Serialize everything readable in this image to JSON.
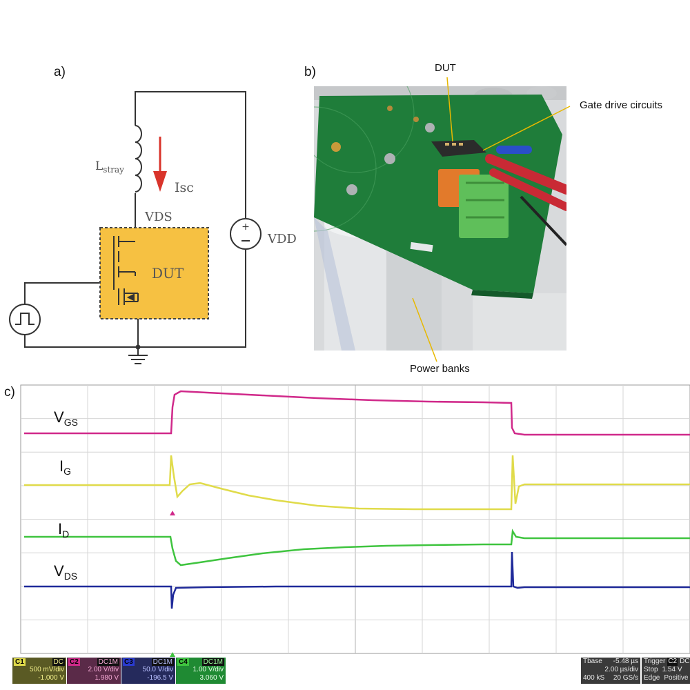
{
  "labels": {
    "a": "a)",
    "b": "b)",
    "c": "c)"
  },
  "circuit": {
    "inductor_label": "L",
    "inductor_sub": "stray",
    "current_label": "Isc",
    "vds_label": "VDS",
    "dut_label": "DUT",
    "vdd_label": "VDD",
    "colors": {
      "dut_fill": "#f6c142",
      "arrow": "#d9342b",
      "wire": "#333333"
    }
  },
  "photo": {
    "callouts": {
      "dut": "DUT",
      "gate_drive": "Gate drive circuits",
      "power_banks": "Power banks"
    },
    "callout_color": "#e8b800"
  },
  "scope": {
    "trace_labels": {
      "vgs": "V",
      "vgs_sub": "GS",
      "ig": "I",
      "ig_sub": "G",
      "id": "I",
      "id_sub": "D",
      "vds": "V",
      "vds_sub": "DS"
    },
    "trace_colors": {
      "vgs": "#d0298a",
      "ig": "#e0db4a",
      "id": "#3fc43f",
      "vds": "#1f2a9a"
    },
    "channels": [
      {
        "tag": "C1",
        "coupling": "DC",
        "scale": "500 mV/div",
        "offset": "-1.000 V",
        "color": "#e0db4a"
      },
      {
        "tag": "C2",
        "coupling": "DC1M",
        "scale": "2.00 V/div",
        "offset": "1.980 V",
        "color": "#d0298a"
      },
      {
        "tag": "C3",
        "coupling": "DC1M",
        "scale": "50.0 V/div",
        "offset": "-196.5 V",
        "color": "#2a3bd0"
      },
      {
        "tag": "C4",
        "coupling": "DC1M",
        "scale": "1.00 V/div",
        "offset": "3.060 V",
        "color": "#3fc43f"
      }
    ],
    "timebase": {
      "label": "Tbase",
      "delay": "-5.48 µs",
      "scale": "2.00 µs/div",
      "samples": "400 kS",
      "rate": "20 GS/s"
    },
    "trigger": {
      "label": "Trigger",
      "channel": "C2",
      "coupling": "DC",
      "mode": "Stop",
      "level": "1.54 V",
      "type": "Edge",
      "slope": "Positive"
    }
  }
}
